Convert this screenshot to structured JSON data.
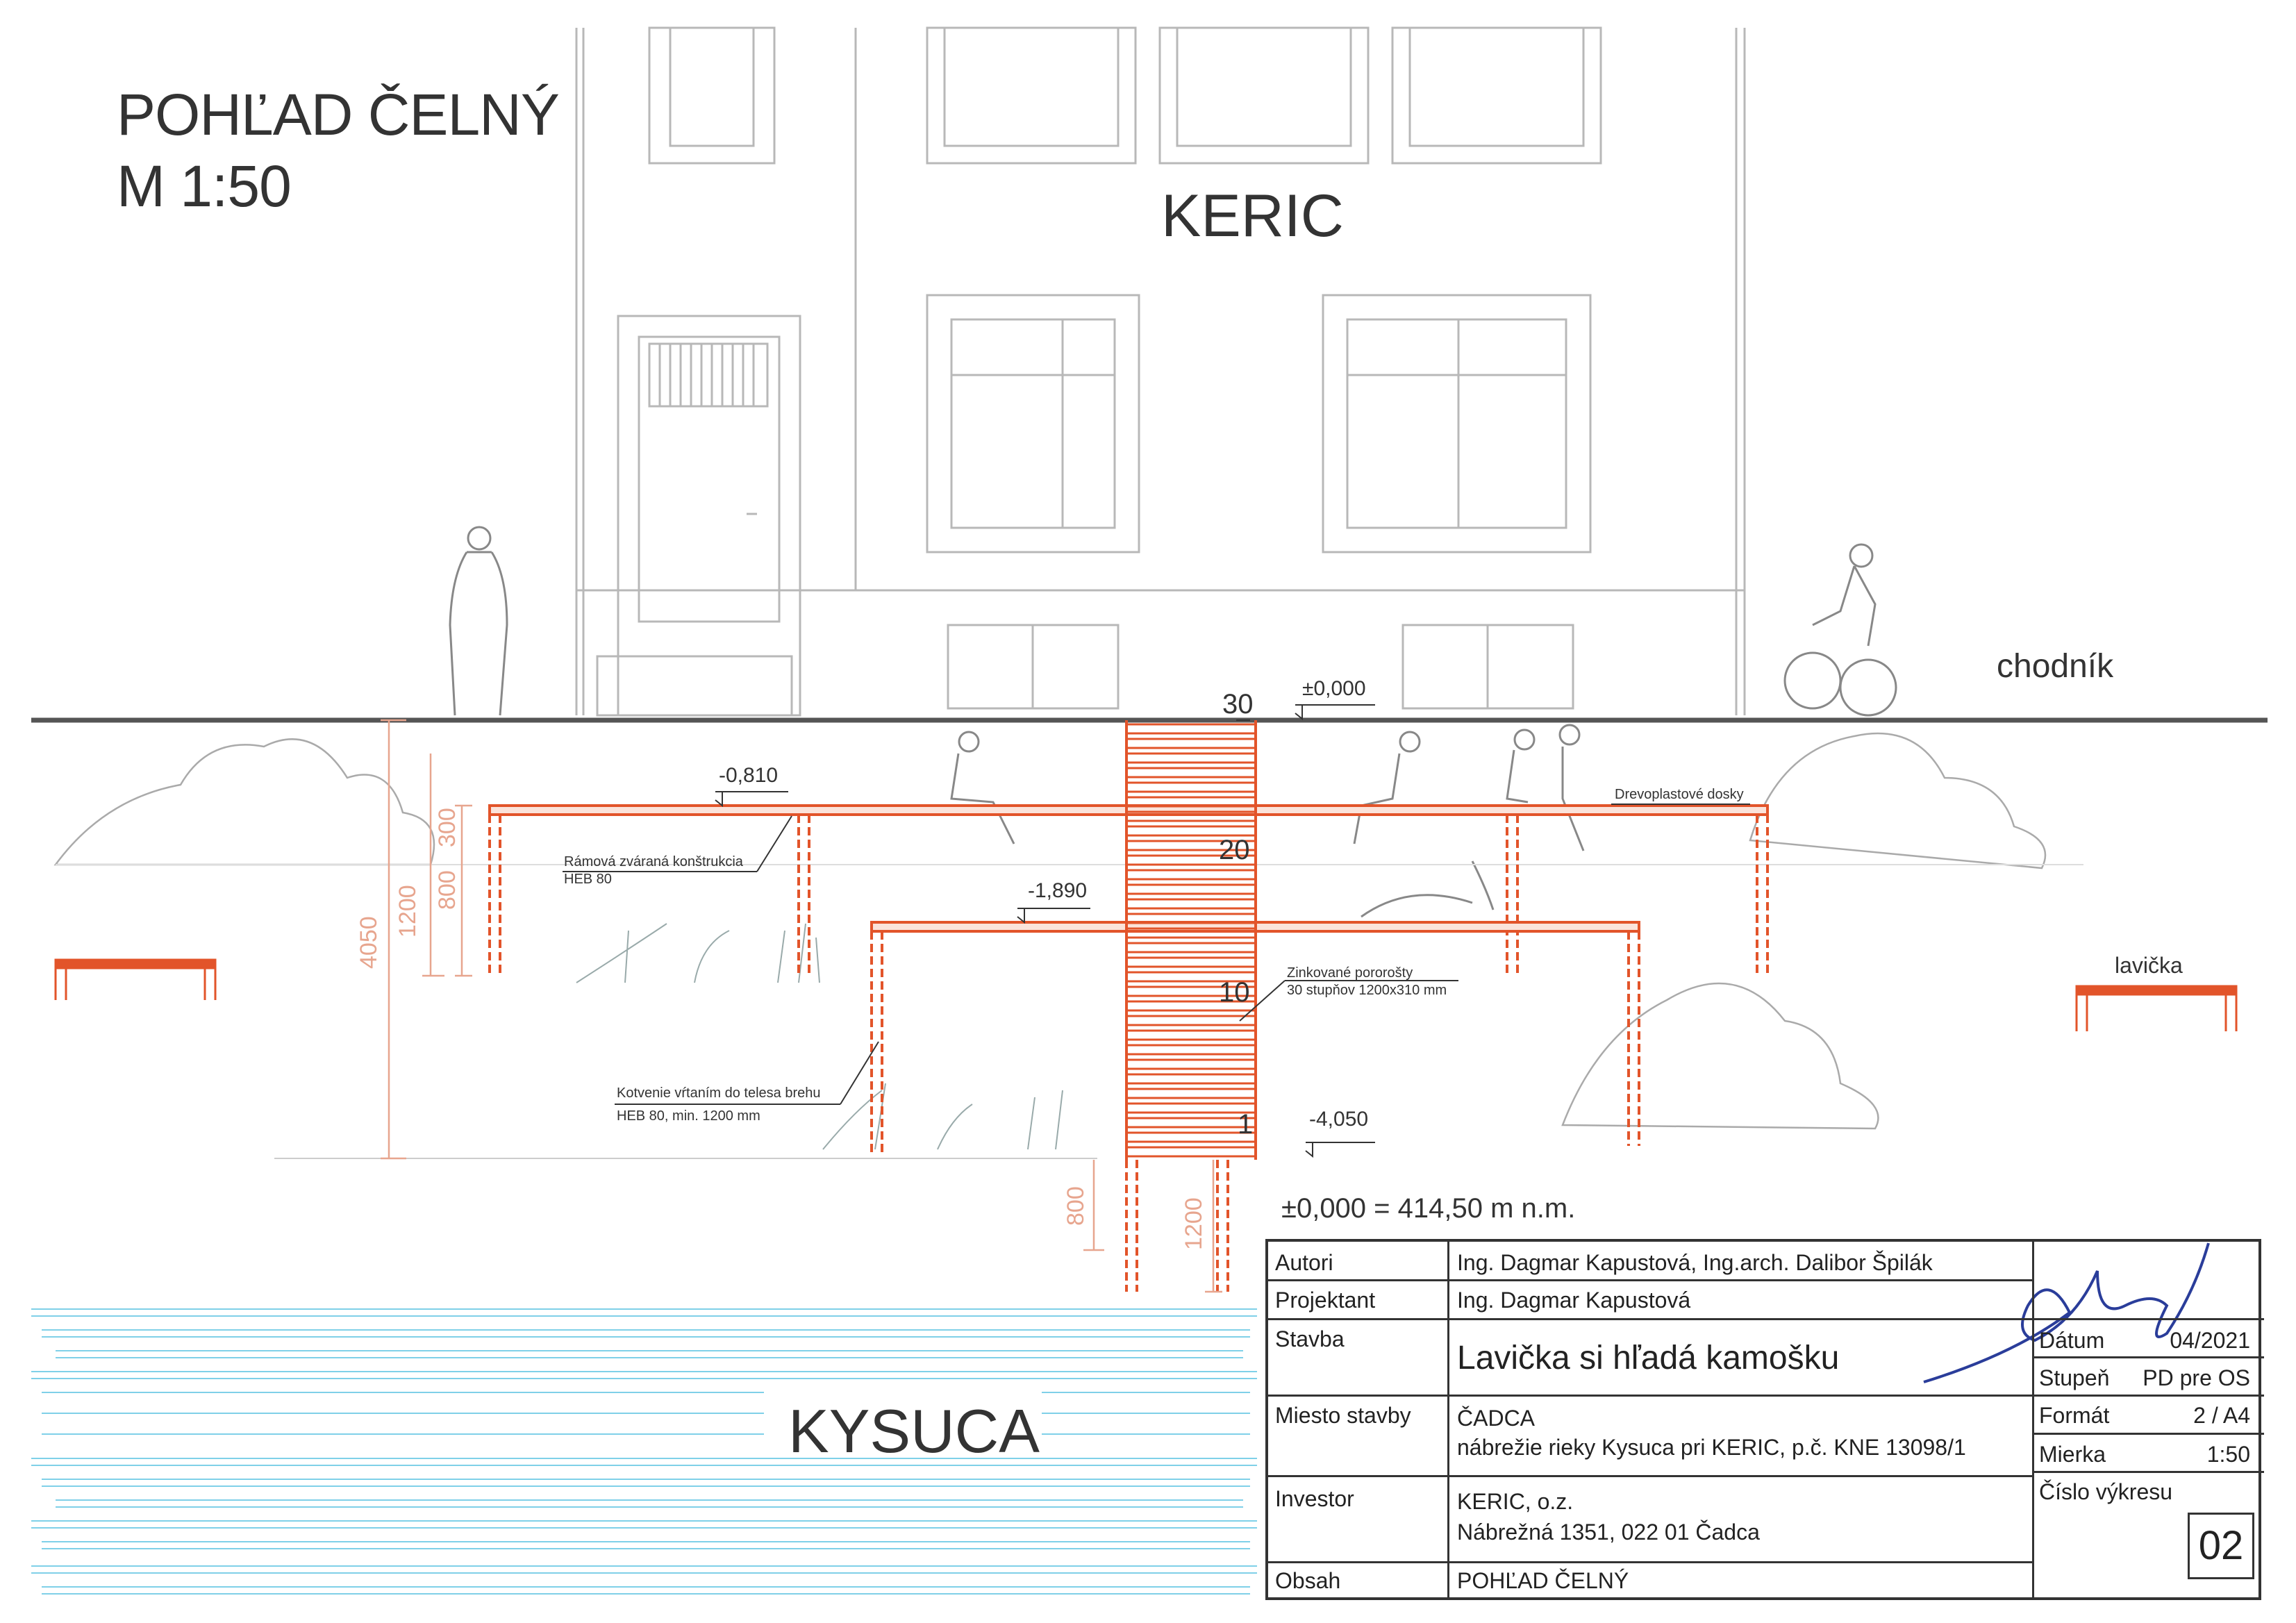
{
  "view_title": "POHĽAD ČELNÝ",
  "scale_title": "M 1:50",
  "building_label": "KERIC",
  "sidewalk_label": "chodník",
  "bench_label": "lavička",
  "river_label": "KYSUCA",
  "levels": {
    "top": "±0,000",
    "upper_deck": "-0,810",
    "lower_deck": "-1,890",
    "bottom": "-4,050"
  },
  "steps": {
    "s30": "30",
    "s20": "20",
    "s10": "10",
    "s1": "1"
  },
  "dimensions": {
    "d4050": "4050",
    "d1200a": "1200",
    "d800a": "800",
    "d300": "300",
    "d800b": "800",
    "d1200b": "1200"
  },
  "annotations": {
    "frame_title": "Rámová zváraná konštrukcia",
    "frame_sub": "HEB 80",
    "boards": "Drevoplastové dosky",
    "grating_title": "Zinkované pororošty",
    "grating_sub": "30 stupňov 1200x310 mm",
    "anchor_title": "Kotvenie vŕtaním do telesa brehu",
    "anchor_sub": "HEB 80, min. 1200 mm"
  },
  "elevation_note": "±0,000 = 414,50 m n.m.",
  "title_block": {
    "authors_label": "Autori",
    "authors": "Ing. Dagmar Kapustová, Ing.arch. Dalibor Špilák",
    "designer_label": "Projektant",
    "designer": "Ing. Dagmar Kapustová",
    "building_label": "Stavba",
    "building": "Lavička si hľadá kamošku",
    "site_label": "Miesto stavby",
    "site_line1": "ČADCA",
    "site_line2": "nábrežie rieky Kysuca pri KERIC, p.č. KNE 13098/1",
    "investor_label": "Investor",
    "investor_line1": "KERIC, o.z.",
    "investor_line2": "Nábrežná 1351, 022 01 Čadca",
    "content_label": "Obsah",
    "content": "POHĽAD ČELNÝ",
    "date_label": "Dátum",
    "date": "04/2021",
    "stage_label": "Stupeň",
    "stage": "PD pre OS",
    "format_label": "Formát",
    "format": "2 / A4",
    "scale_label": "Mierka",
    "scale": "1:50",
    "drawing_no_label": "Číslo výkresu",
    "drawing_no": "02"
  },
  "colors": {
    "structure": "#e2542a",
    "dimension": "#e7a58e",
    "building_line": "#b5b5b5",
    "ground_line": "#555555",
    "water": "#7fd0e8",
    "signature": "#2a3d9a"
  },
  "icons": [
    "person-figure-icon",
    "cyclist-icon",
    "seated-people-icon",
    "shrub-icon",
    "plant-icon",
    "signature-icon"
  ]
}
